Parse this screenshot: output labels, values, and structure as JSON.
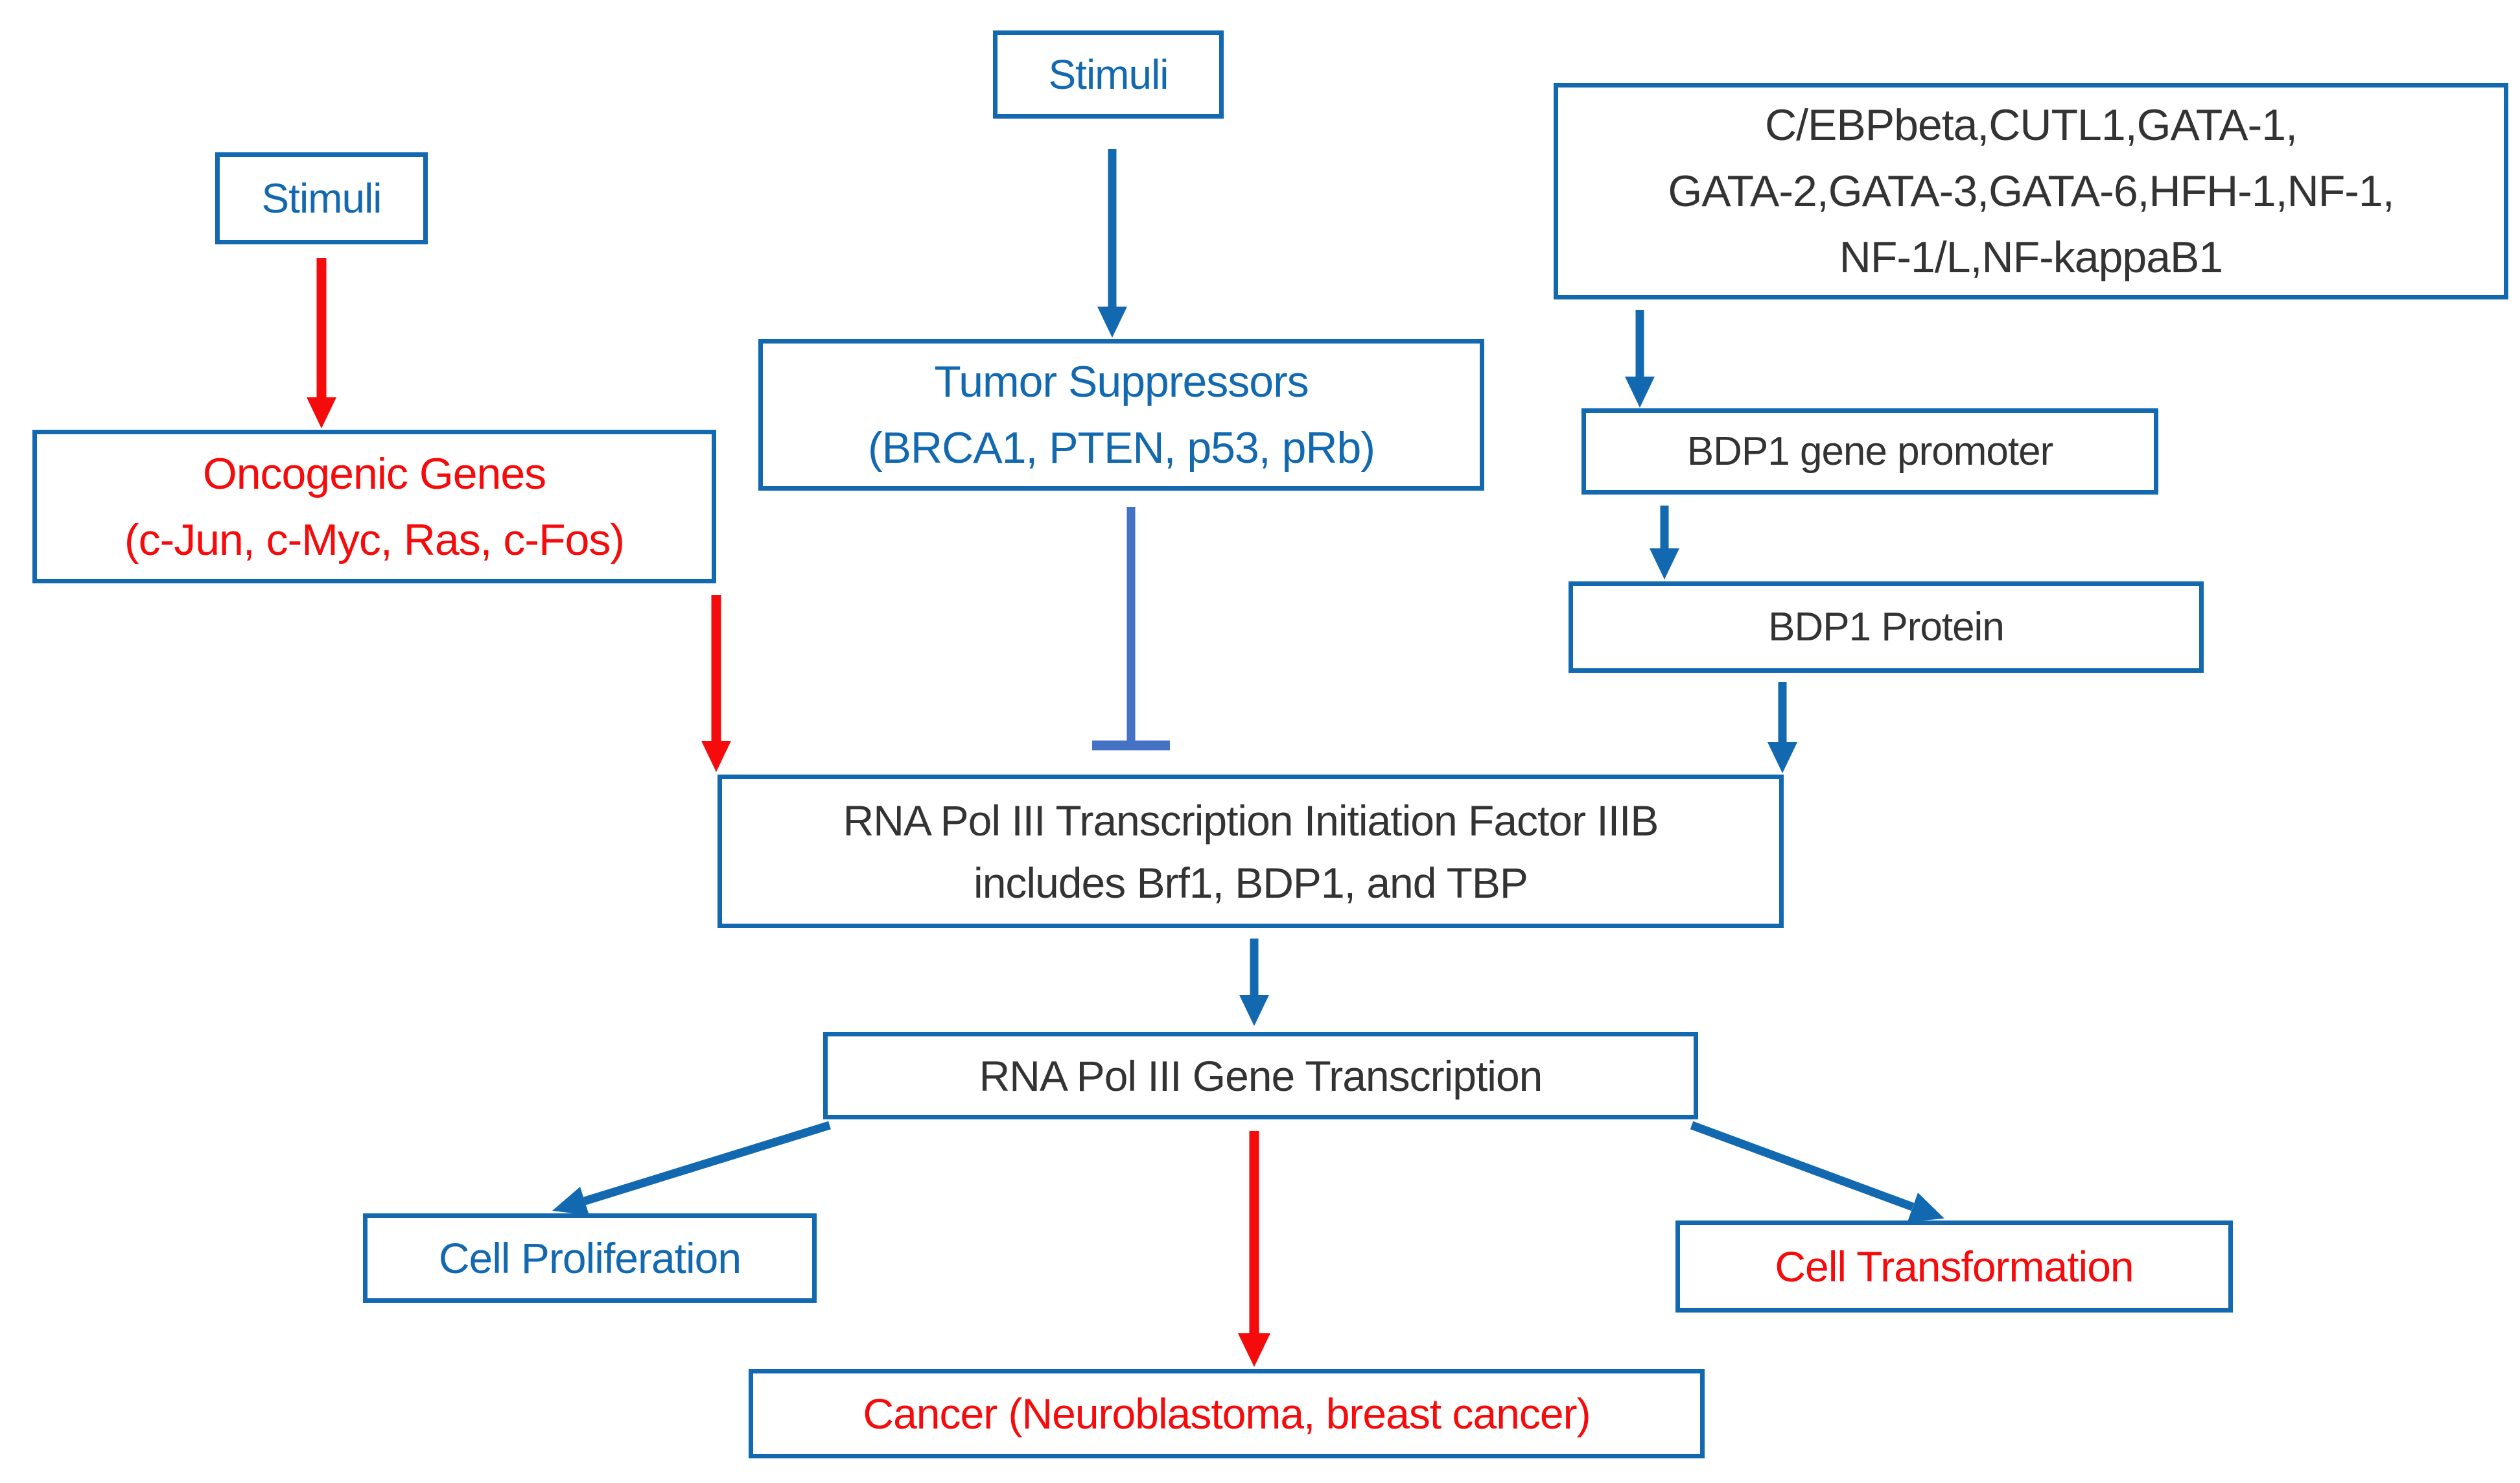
{
  "colors": {
    "box-border": "#1269b0",
    "text-blue": "#1269b0",
    "text-red": "#f50b0b",
    "text-dark": "#333333",
    "arrow-blue": "#1269b0",
    "arrow-red": "#f50b0b",
    "inhibit-blue": "#4472c4",
    "bg": "#ffffff"
  },
  "diagram": {
    "stimuli_left": {
      "label": "Stimuli"
    },
    "stimuli_mid": {
      "label": "Stimuli"
    },
    "tf_list": {
      "line1": "C/EBPbeta,CUTL1,GATA-1,",
      "line2": "GATA-2,GATA-3,GATA-6,HFH-1,NF-1,",
      "line3": "NF-1/L,NF-kappaB1"
    },
    "oncogenic": {
      "line1": "Oncogenic Genes",
      "line2": "(c-Jun, c-Myc, Ras, c-Fos)"
    },
    "tumor_suppressors": {
      "line1": "Tumor Suppressors",
      "line2": "(BRCA1, PTEN, p53, pRb)"
    },
    "bdp1_promoter": {
      "label": "BDP1 gene promoter"
    },
    "bdp1_protein": {
      "label": "BDP1 Protein"
    },
    "rna_factor": {
      "line1": "RNA Pol III Transcription Initiation Factor IIIB",
      "line2": "includes Brf1, BDP1, and TBP"
    },
    "gene_transcription": {
      "label": "RNA Pol III Gene Transcription"
    },
    "cell_proliferation": {
      "label": "Cell Proliferation"
    },
    "cell_transformation": {
      "label": "Cell Transformation"
    },
    "cancer": {
      "label": "Cancer (Neuroblastoma, breast cancer)"
    }
  },
  "arrows": [
    {
      "from": "stimuli_left",
      "to": "oncogenic",
      "style": "red-arrow"
    },
    {
      "from": "stimuli_mid",
      "to": "tumor_suppressors",
      "style": "blue-arrow"
    },
    {
      "from": "oncogenic",
      "to": "rna_factor",
      "style": "red-arrow"
    },
    {
      "from": "tumor_suppressors",
      "to": "rna_factor",
      "style": "inhibition-tbar"
    },
    {
      "from": "tf_list",
      "to": "bdp1_promoter",
      "style": "blue-arrow"
    },
    {
      "from": "bdp1_promoter",
      "to": "bdp1_protein",
      "style": "blue-arrow"
    },
    {
      "from": "bdp1_protein",
      "to": "rna_factor",
      "style": "blue-arrow"
    },
    {
      "from": "rna_factor",
      "to": "gene_transcription",
      "style": "blue-arrow"
    },
    {
      "from": "gene_transcription",
      "to": "cell_proliferation",
      "style": "blue-arrow"
    },
    {
      "from": "gene_transcription",
      "to": "cancer",
      "style": "red-arrow"
    },
    {
      "from": "gene_transcription",
      "to": "cell_transformation",
      "style": "blue-arrow"
    }
  ]
}
